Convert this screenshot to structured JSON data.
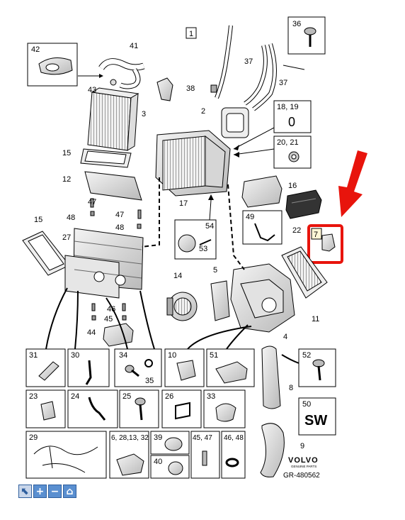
{
  "diagram": {
    "page_number": "1",
    "brand": {
      "name": "VOLVO",
      "sub": "GENUINE PARTS"
    },
    "ref_code": "GR-480562",
    "sw_code": "SW",
    "zero": "0",
    "accent_color": "#e8140c",
    "callouts": [
      "2",
      "3",
      "4",
      "5",
      "8",
      "9",
      "11",
      "12",
      "14",
      "15",
      "15",
      "16",
      "17",
      "22",
      "27",
      "37",
      "37",
      "38",
      "41",
      "43",
      "44",
      "45",
      "46",
      "47",
      "47",
      "48",
      "48",
      "53",
      "54"
    ],
    "boxes": [
      {
        "label": "42"
      },
      {
        "label": "36"
      },
      {
        "label": "18, 19"
      },
      {
        "label": "20, 21"
      },
      {
        "label": "49"
      },
      {
        "label": "7"
      },
      {
        "label": "31"
      },
      {
        "label": "30"
      },
      {
        "label": "34"
      },
      {
        "label": "35"
      },
      {
        "label": "10"
      },
      {
        "label": "51"
      },
      {
        "label": "52"
      },
      {
        "label": "23"
      },
      {
        "label": "24"
      },
      {
        "label": "25"
      },
      {
        "label": "26"
      },
      {
        "label": "33"
      },
      {
        "label": "50"
      },
      {
        "label": "29"
      },
      {
        "label": "6, 28,13, 32"
      },
      {
        "label": "39"
      },
      {
        "label": "40"
      },
      {
        "label": "45, 47"
      },
      {
        "label": "46, 48"
      }
    ]
  },
  "toolbar": [
    {
      "icon": "cursor-icon",
      "glyph": "⬉"
    },
    {
      "icon": "plus-icon",
      "glyph": "+"
    },
    {
      "icon": "minus-icon",
      "glyph": "−"
    },
    {
      "icon": "home-icon",
      "glyph": "⌂"
    }
  ]
}
